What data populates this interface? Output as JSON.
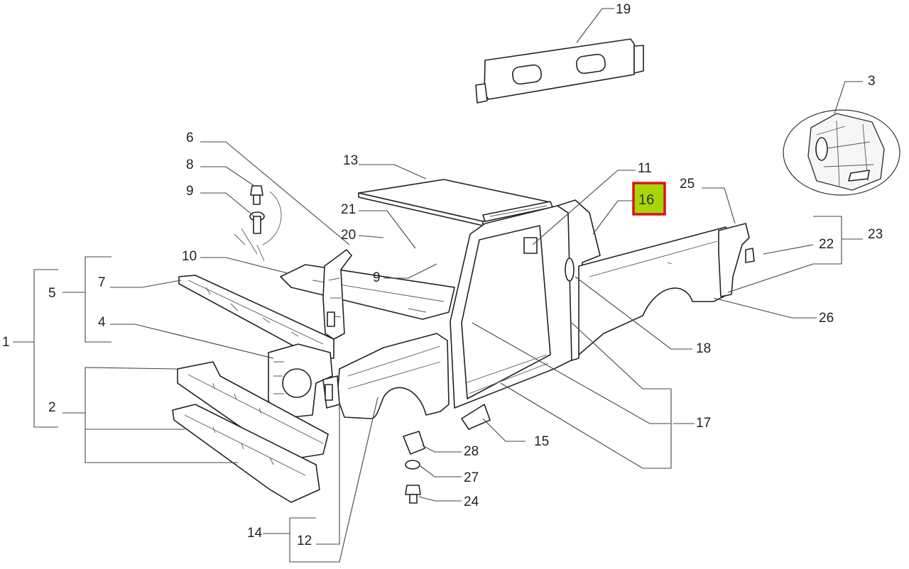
{
  "callouts": {
    "c1": "1",
    "c2": "2",
    "c3": "3",
    "c4": "4",
    "c5": "5",
    "c6": "6",
    "c7": "7",
    "c8": "8",
    "c9a": "9",
    "c9b": "9",
    "c10": "10",
    "c11": "11",
    "c12": "12",
    "c13": "13",
    "c14": "14",
    "c15": "15",
    "c16": "16",
    "c17": "17",
    "c18": "18",
    "c19": "19",
    "c20": "20",
    "c21": "21",
    "c22": "22",
    "c23": "23",
    "c24": "24",
    "c25": "25",
    "c26": "26",
    "c27": "27",
    "c28": "28"
  },
  "highlight": {
    "callout": "16",
    "fill_color": "#a6d609",
    "border_color": "#d9141b"
  }
}
